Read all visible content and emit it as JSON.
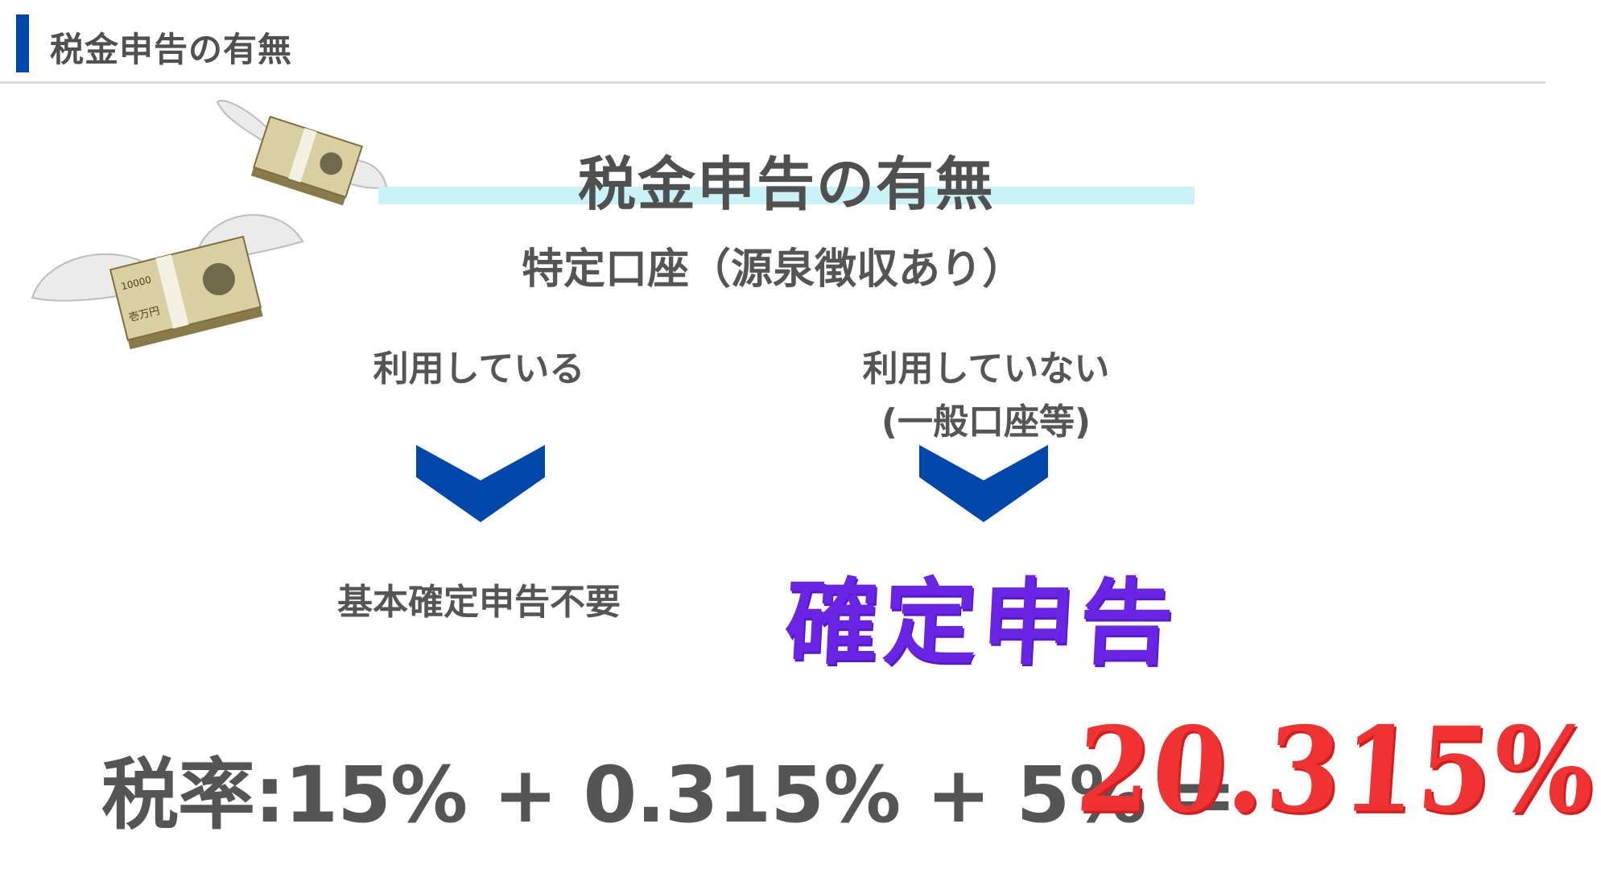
{
  "header": {
    "title": "税金申告の有無"
  },
  "main": {
    "title": "税金申告の有無",
    "subtitle": "特定口座（源泉徴収あり）",
    "left": {
      "label": "利用している",
      "result": "基本確定申告不要"
    },
    "right": {
      "label_line1": "利用していない",
      "label_line2": "(一般口座等)",
      "result": "確定申告"
    },
    "formula": "税率:15% + 0.315% + 5% =",
    "total": "20.315%",
    "note_labels": {
      "bill_value": "10000",
      "bill_text": "壱万円"
    }
  },
  "colors": {
    "accent": "#0047ab",
    "chevron": "#0047ab",
    "title_highlight": "#c9f3f6",
    "filing_text": "#6a24e6",
    "total_text": "#f03232",
    "body_text": "#555555"
  },
  "icons": [
    "chevron-down-icon",
    "flying-money-icon"
  ]
}
